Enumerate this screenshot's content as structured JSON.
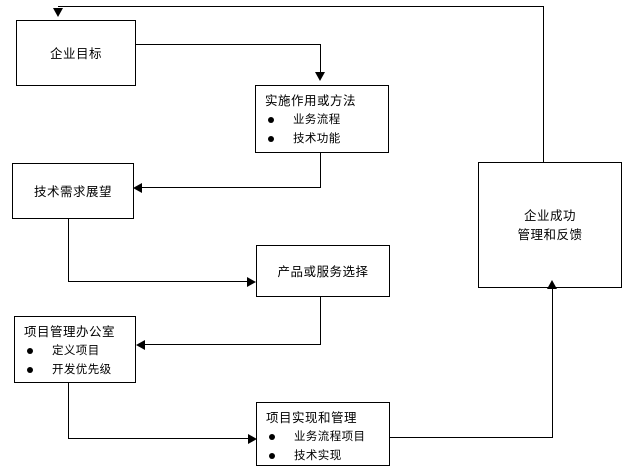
{
  "diagram": {
    "type": "flowchart",
    "background": "#ffffff",
    "line_color": "#000000",
    "nodes": [
      {
        "id": "enterprise-goal",
        "title": "企业目标",
        "bullets": []
      },
      {
        "id": "implementation-method",
        "title": "实施作用或方法",
        "bullets": [
          "业务流程",
          "技术功能"
        ]
      },
      {
        "id": "tech-demand-outlook",
        "title": "技术需求展望",
        "bullets": []
      },
      {
        "id": "product-service-selection",
        "title": "产品或服务选择",
        "bullets": []
      },
      {
        "id": "project-management-office",
        "title": "项目管理办公室",
        "bullets": [
          "定义项目",
          "开发优先级"
        ]
      },
      {
        "id": "project-impl-management",
        "title": "项目实现和管理",
        "bullets": [
          "业务流程项目",
          "技术实现"
        ]
      },
      {
        "id": "enterprise-success",
        "title_line1": "企业成功",
        "title_line2": "管理和反馈",
        "bullets": []
      }
    ],
    "edges": [
      {
        "id": "goal-to-implementation",
        "from": "enterprise-goal",
        "to": "implementation-method",
        "arrow": "down"
      },
      {
        "id": "implementation-to-tech-demand",
        "from": "implementation-method",
        "to": "tech-demand-outlook",
        "arrow": "left"
      },
      {
        "id": "tech-demand-to-product",
        "from": "tech-demand-outlook",
        "to": "product-service-selection",
        "arrow": "right"
      },
      {
        "id": "product-to-pmo",
        "from": "product-service-selection",
        "to": "project-management-office",
        "arrow": "left"
      },
      {
        "id": "pmo-to-project-impl",
        "from": "project-management-office",
        "to": "project-impl-management",
        "arrow": "right"
      },
      {
        "id": "project-impl-to-success",
        "from": "project-impl-management",
        "to": "enterprise-success",
        "arrow": "up"
      },
      {
        "id": "success-to-goal",
        "from": "enterprise-success",
        "to": "enterprise-goal",
        "arrow": "down"
      }
    ]
  }
}
